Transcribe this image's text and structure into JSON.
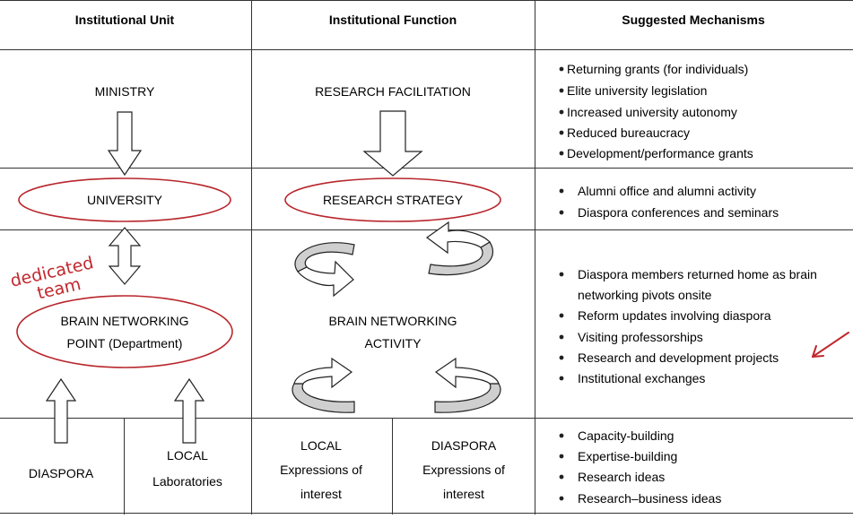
{
  "headers": {
    "unit": "Institutional Unit",
    "function": "Institutional Function",
    "mechanisms": "Suggested Mechanisms"
  },
  "unit_col": {
    "ministry": "MINISTRY",
    "university": "UNIVERSITY",
    "bnp_line1": "BRAIN NETWORKING",
    "bnp_line2": "POINT (Department)",
    "diaspora": "DIASPORA",
    "local_line1": "LOCAL",
    "local_line2": "Laboratories"
  },
  "function_col": {
    "research_facilitation": "RESEARCH FACILITATION",
    "research_strategy": "RESEARCH STRATEGY",
    "bna_line1": "BRAIN NETWORKING",
    "bna_line2": "ACTIVITY",
    "local_line1": "LOCAL",
    "local_line2": "Expressions of",
    "local_line3": "interest",
    "diaspora_line1": "DIASPORA",
    "diaspora_line2": "Expressions of",
    "diaspora_line3": "interest"
  },
  "mechanisms": {
    "row1": [
      "Returning grants (for individuals)",
      "Elite university legislation",
      "Increased university autonomy",
      "Reduced bureaucracy",
      "Development/performance grants"
    ],
    "row2": [
      "Alumni office and alumni activity",
      "Diaspora conferences and seminars"
    ],
    "row3": [
      "Diaspora members returned home as brain",
      "networking pivots onsite",
      "Reform updates involving diaspora",
      "Visiting professorships",
      "Research and development projects",
      "Institutional exchanges"
    ],
    "row4": [
      "Capacity-building",
      "Expertise-building",
      "Research ideas",
      "Research–business ideas"
    ]
  },
  "annotation": {
    "line1": "dedicated",
    "line2": "team"
  },
  "colors": {
    "ellipse": "#b8262c",
    "annotation": "#c0282d",
    "cycle_fill": "#cfcfcf",
    "lines": "#333333"
  },
  "icons": {
    "down_arrow": "down-arrow-icon",
    "up_arrow": "up-arrow-icon",
    "double_arrow": "double-arrow-icon",
    "cycle_arrow": "curved-cycle-arrow-icon",
    "red_pointer": "red-pointer-arrow-icon"
  }
}
